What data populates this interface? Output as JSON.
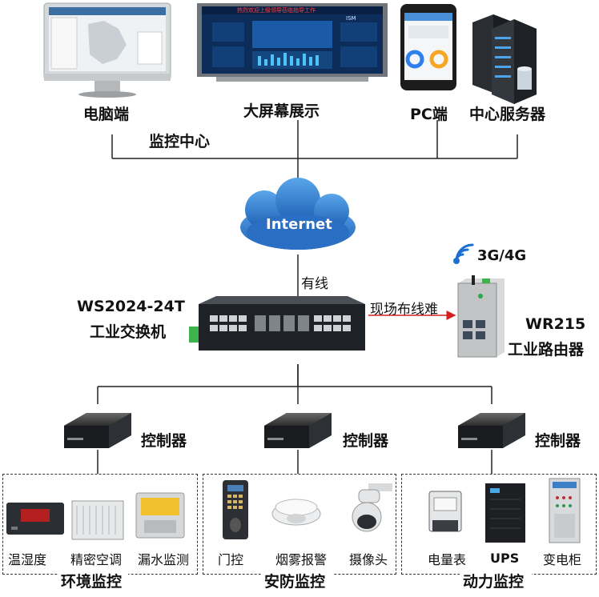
{
  "top": {
    "pc_label": "电脑端",
    "screen_label": "大屏幕展示",
    "mobile_label": "PC端",
    "server_label": "中心服务器",
    "monitor_center": "监控中心",
    "screen_banner": "热烈欢迎上级领导莅临指导工作",
    "screen_logo": "ISM"
  },
  "network": {
    "cloud_label": "Internet",
    "wired_label": "有线",
    "wireless_label": "3G/4G",
    "wiring_note": "现场布线难"
  },
  "switch": {
    "model": "WS2024-24T",
    "name": "工业交换机"
  },
  "router": {
    "model": "WR215",
    "name": "工业路由器"
  },
  "controllers": {
    "label": "控制器"
  },
  "groups": [
    {
      "title": "环境监控",
      "items": [
        "温湿度",
        "精密空调",
        "漏水监测"
      ]
    },
    {
      "title": "安防监控",
      "items": [
        "门控",
        "烟雾报警",
        "摄像头"
      ]
    },
    {
      "title": "动力监控",
      "items": [
        "电量表",
        "UPS",
        "变电柜"
      ]
    }
  ],
  "colors": {
    "cloud": "#2a6fc4",
    "arrow": "#d02020",
    "signal": "#1a6fd0"
  }
}
